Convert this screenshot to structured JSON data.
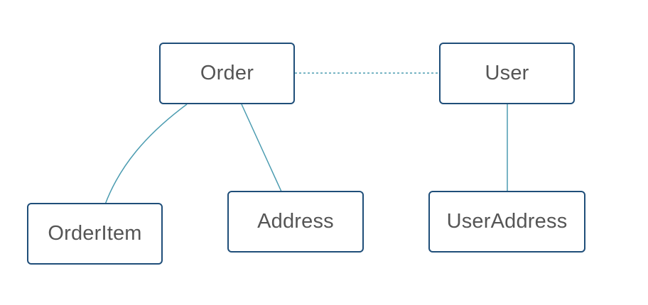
{
  "colors": {
    "node_border": "#1f4e79",
    "node_text": "#555555",
    "edge": "#4a9bb0",
    "background": "#ffffff"
  },
  "nodes": {
    "order": "Order",
    "user": "User",
    "orderitem": "OrderItem",
    "address": "Address",
    "useraddress": "UserAddress"
  },
  "edges": [
    {
      "from": "Order",
      "to": "User",
      "style": "dotted"
    },
    {
      "from": "Order",
      "to": "OrderItem",
      "style": "solid"
    },
    {
      "from": "Order",
      "to": "Address",
      "style": "solid"
    },
    {
      "from": "User",
      "to": "UserAddress",
      "style": "solid"
    }
  ]
}
